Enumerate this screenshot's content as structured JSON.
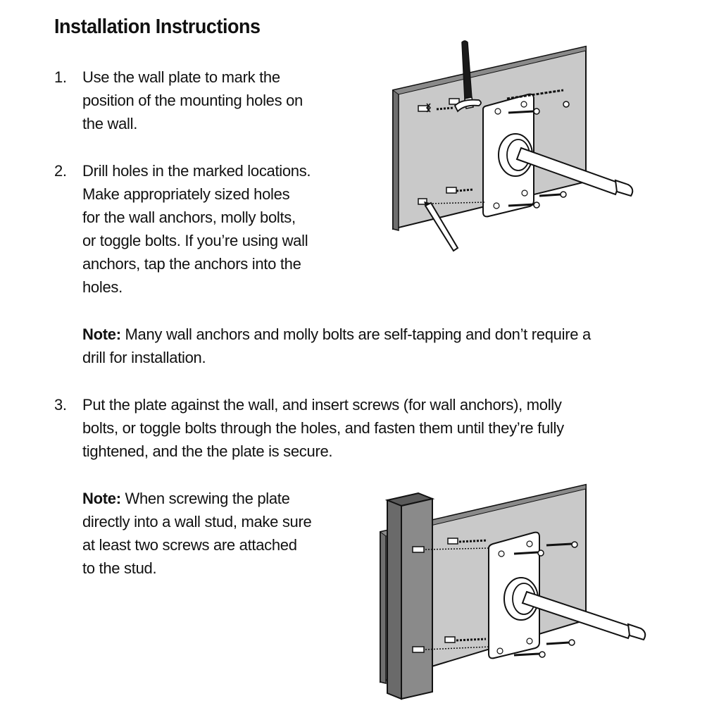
{
  "document": {
    "title": "Installation Instructions",
    "steps": [
      {
        "number": "1.",
        "lines": [
          "Use the wall plate to mark the",
          "position of the mounting holes on",
          "the wall."
        ]
      },
      {
        "number": "2.",
        "lines": [
          "Drill holes in the marked locations.",
          "Make appropriately sized holes",
          "for the wall anchors, molly bolts,",
          "or toggle bolts. If you’re using wall",
          "anchors, tap the anchors into the",
          "holes."
        ]
      },
      {
        "number": "3.",
        "lines": [
          "Put the plate against the wall, and insert screws (for wall anchors), molly",
          "bolts, or toggle bolts through the holes, and fasten them until they’re fully",
          "tightened, and the the plate is secure."
        ]
      }
    ],
    "notes": [
      {
        "label": "Note:",
        "lines": [
          " Many wall anchors and molly bolts are self-tapping and don’t require a",
          "drill for installation."
        ]
      },
      {
        "label": "Note:",
        "lines": [
          " When screwing the plate",
          "directly into a wall stud, make sure",
          "at least two screws are attached",
          "to the stud."
        ]
      }
    ]
  },
  "colors": {
    "text": "#111111",
    "wall": "#c9c9c9",
    "wall_edge": "#6f6f6f",
    "stud": "#8a8a8a",
    "stud_dark": "#5a5a5a",
    "outline": "#111111",
    "plate": "#ffffff"
  },
  "illustrations": [
    {
      "icon": "wall-mount-marking-illustration"
    },
    {
      "icon": "wall-mount-stud-illustration"
    }
  ]
}
